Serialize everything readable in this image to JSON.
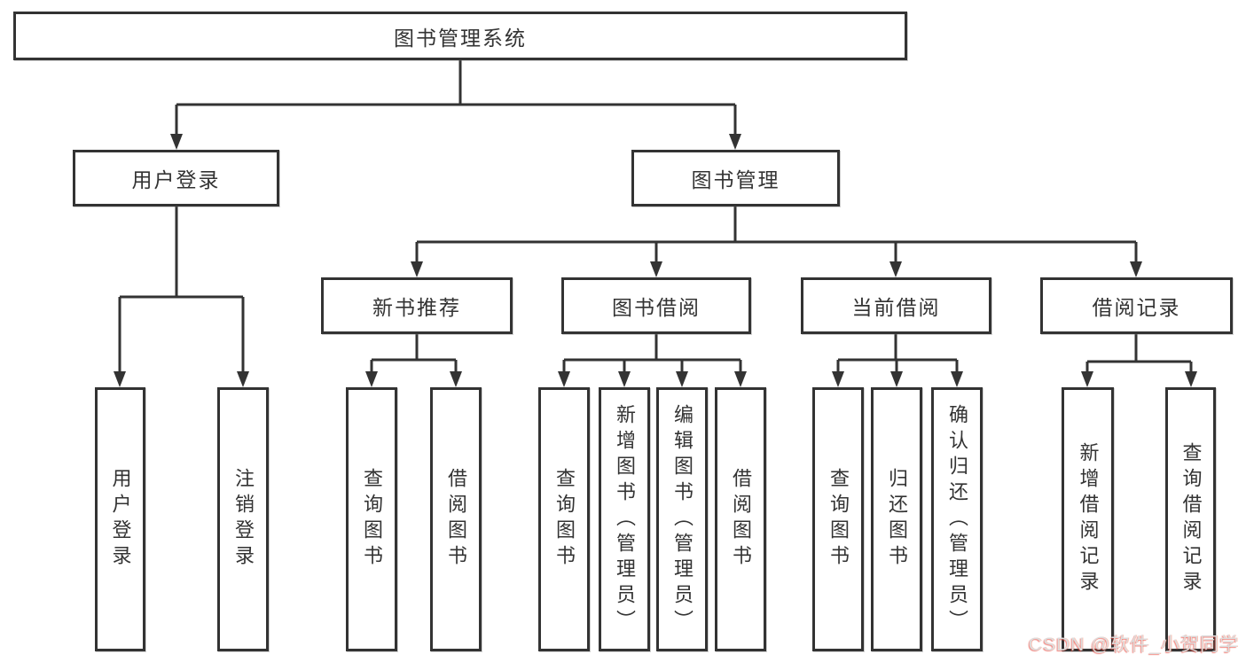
{
  "diagram": {
    "title": "图书管理系统",
    "nodes": {
      "root": {
        "label": "图书管理系统"
      },
      "user_login": {
        "label": "用户登录"
      },
      "book_mgmt": {
        "label": "图书管理"
      },
      "login_leaf": {
        "label": "用户登录"
      },
      "logout_leaf": {
        "label": "注销登录"
      },
      "new_book_rec": {
        "label": "新书推荐"
      },
      "book_borrow": {
        "label": "图书借阅"
      },
      "current_borrow": {
        "label": "当前借阅"
      },
      "borrow_record": {
        "label": "借阅记录"
      },
      "nbr_query_books": {
        "label": "查询图书"
      },
      "nbr_borrow_books": {
        "label": "借阅图书"
      },
      "bb_query_books": {
        "label": "查询图书"
      },
      "bb_add_books": {
        "label": "新增图书（管理员）"
      },
      "bb_edit_books": {
        "label": "编辑图书（管理员）"
      },
      "bb_borrow_books": {
        "label": "借阅图书"
      },
      "cb_query_books": {
        "label": "查询图书"
      },
      "cb_return_books": {
        "label": "归还图书"
      },
      "cb_confirm_return": {
        "label": "确认归还（管理员）"
      },
      "br_add_record": {
        "label": "新增借阅记录"
      },
      "br_query_record": {
        "label": "查询借阅记录"
      }
    },
    "watermark": "CSDN @软件_小贺同学",
    "colors": {
      "line": "#333333",
      "text": "#333333",
      "background": "#ffffff",
      "watermark_text": "#dcdcdc",
      "watermark_accent": "#fc5531"
    }
  }
}
